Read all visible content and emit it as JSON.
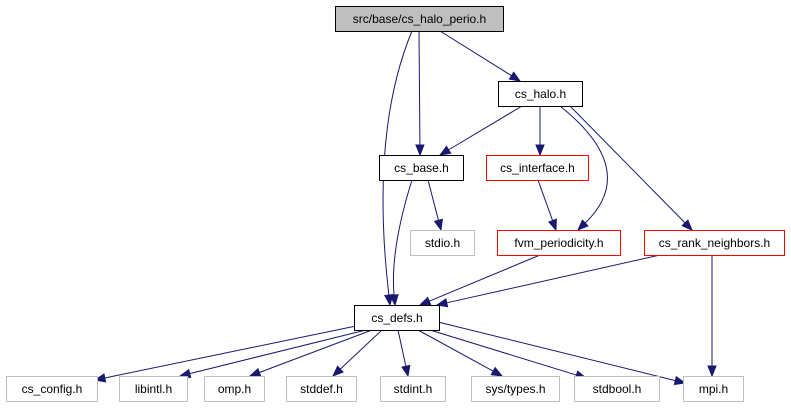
{
  "nodes": [
    {
      "id": "root",
      "label": "src/base/cs_halo_perio.h",
      "kind": "root"
    },
    {
      "id": "cs_halo",
      "label": "cs_halo.h",
      "kind": "documented"
    },
    {
      "id": "cs_base",
      "label": "cs_base.h",
      "kind": "documented"
    },
    {
      "id": "cs_interface",
      "label": "cs_interface.h",
      "kind": "truncated"
    },
    {
      "id": "stdio",
      "label": "stdio.h",
      "kind": "external"
    },
    {
      "id": "fvm_periodicity",
      "label": "fvm_periodicity.h",
      "kind": "truncated"
    },
    {
      "id": "cs_rank_neighbors",
      "label": "cs_rank_neighbors.h",
      "kind": "truncated"
    },
    {
      "id": "cs_defs",
      "label": "cs_defs.h",
      "kind": "documented"
    },
    {
      "id": "cs_config",
      "label": "cs_config.h",
      "kind": "external"
    },
    {
      "id": "libintl",
      "label": "libintl.h",
      "kind": "external"
    },
    {
      "id": "omp",
      "label": "omp.h",
      "kind": "external"
    },
    {
      "id": "stddef",
      "label": "stddef.h",
      "kind": "external"
    },
    {
      "id": "stdint",
      "label": "stdint.h",
      "kind": "external"
    },
    {
      "id": "systypes",
      "label": "sys/types.h",
      "kind": "external"
    },
    {
      "id": "stdbool",
      "label": "stdbool.h",
      "kind": "external"
    },
    {
      "id": "mpi",
      "label": "mpi.h",
      "kind": "external"
    }
  ],
  "edges": [
    {
      "from": "root",
      "to": "cs_defs"
    },
    {
      "from": "root",
      "to": "cs_base"
    },
    {
      "from": "root",
      "to": "cs_halo"
    },
    {
      "from": "cs_halo",
      "to": "cs_base"
    },
    {
      "from": "cs_halo",
      "to": "cs_interface"
    },
    {
      "from": "cs_halo",
      "to": "fvm_periodicity"
    },
    {
      "from": "cs_halo",
      "to": "cs_rank_neighbors"
    },
    {
      "from": "cs_base",
      "to": "cs_defs"
    },
    {
      "from": "cs_base",
      "to": "stdio"
    },
    {
      "from": "cs_interface",
      "to": "fvm_periodicity"
    },
    {
      "from": "fvm_periodicity",
      "to": "cs_defs"
    },
    {
      "from": "cs_rank_neighbors",
      "to": "cs_defs"
    },
    {
      "from": "cs_rank_neighbors",
      "to": "mpi"
    },
    {
      "from": "cs_defs",
      "to": "cs_config"
    },
    {
      "from": "cs_defs",
      "to": "libintl"
    },
    {
      "from": "cs_defs",
      "to": "omp"
    },
    {
      "from": "cs_defs",
      "to": "stddef"
    },
    {
      "from": "cs_defs",
      "to": "stdint"
    },
    {
      "from": "cs_defs",
      "to": "systypes"
    },
    {
      "from": "cs_defs",
      "to": "stdbool"
    },
    {
      "from": "cs_defs",
      "to": "mpi"
    }
  ],
  "colors": {
    "root_fill": "#bfbfbf",
    "root_border": "#000000",
    "documented_border": "#000000",
    "truncated_border": "#ff0000",
    "external_border": "#bfbfbf",
    "node_fill": "#ffffff",
    "edge": "#191970"
  }
}
